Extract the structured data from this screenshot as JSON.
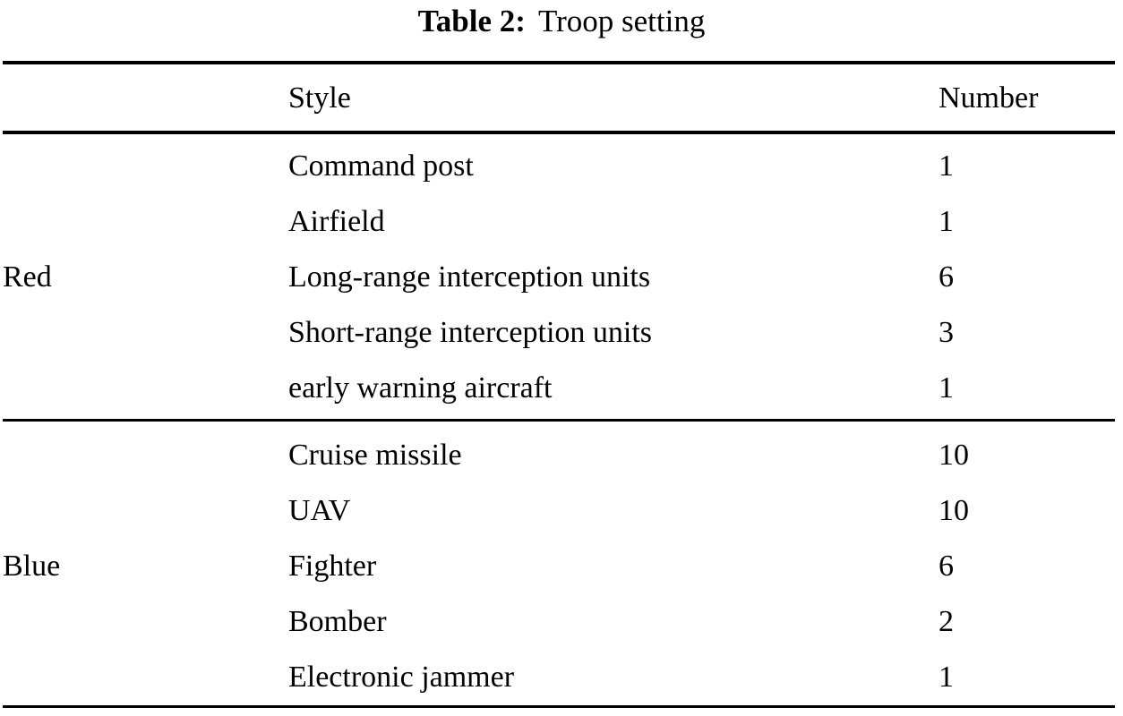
{
  "caption": {
    "label": "Table 2:",
    "text": "Troop setting"
  },
  "table": {
    "columns": [
      "",
      "Style",
      "Number"
    ],
    "headers": {
      "group": "",
      "style": "Style",
      "number": "Number"
    },
    "groups": [
      {
        "name": "Red",
        "rows": [
          {
            "style": "Command post",
            "number": "1"
          },
          {
            "style": "Airfield",
            "number": "1"
          },
          {
            "style": "Long-range interception units",
            "number": "6"
          },
          {
            "style": "Short-range interception units",
            "number": "3"
          },
          {
            "style": "early warning aircraft",
            "number": "1"
          }
        ]
      },
      {
        "name": "Blue",
        "rows": [
          {
            "style": "Cruise missile",
            "number": "10"
          },
          {
            "style": "UAV",
            "number": "10"
          },
          {
            "style": "Fighter",
            "number": "6"
          },
          {
            "style": "Bomber",
            "number": "2"
          },
          {
            "style": "Electronic jammer",
            "number": "1"
          }
        ]
      }
    ]
  }
}
